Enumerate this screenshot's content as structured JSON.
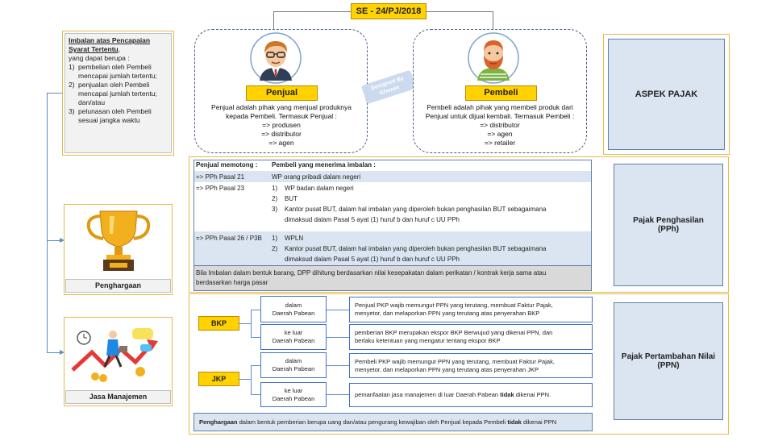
{
  "title": "SE - 24/PJ/2018",
  "seller": {
    "label": "Penjual",
    "desc": [
      "Penjual adalah pihak yang menjual produknya",
      "kepada Pembeli. Termasuk Penjual :",
      "=> produsen",
      "=> distributor",
      "=> agen"
    ]
  },
  "buyer": {
    "label": "Pembeli",
    "desc": [
      "Pembeli adalah pihak yang membeli produk dari",
      "Penjual untuk dijual kembali. Termasuk Pembeli :",
      "=> distributor",
      "=> agen",
      "=> retailer"
    ]
  },
  "watermark": {
    "line1": "Designed By",
    "line2": "Khozen"
  },
  "imbalan": {
    "head1": "Imbalan atas Pencapaian",
    "head2": "Syarat Tertentu",
    "intro": "yang dapat berupa :",
    "items": [
      {
        "num": "1)",
        "lines": [
          "pembelian oleh Pembeli",
          "mencapai jumlah tertentu;"
        ]
      },
      {
        "num": "2)",
        "lines": [
          "penjualan oleh Pembeli",
          "mencapai jumlah tertentu;",
          "dan/atau"
        ]
      },
      {
        "num": "3)",
        "lines": [
          "pelunasan oleh Pembeli",
          "sesuai jangka waktu"
        ]
      }
    ]
  },
  "penghargaan_label": "Penghargaan",
  "jasa_label": "Jasa Manajemen",
  "aspek_pajak": "ASPEK PAJAK",
  "pph_label": {
    "line1": "Pajak Penghasilan",
    "line2": "(PPh)"
  },
  "ppn_label": {
    "line1": "Pajak Pertambahan Nilai",
    "line2": "(PPN)"
  },
  "pph_table": {
    "header1": "Penjual memotong :",
    "header2": "Pembeli yang menerima imbalan :",
    "pasal21": "=> PPh Pasal 21",
    "pasal21_desc": "WP orang pribadi dalam negeri",
    "pasal23": "=> PPh Pasal 23",
    "pasal23_items": [
      {
        "num": "1)",
        "lines": [
          "WP badan dalam negeri"
        ]
      },
      {
        "num": "2)",
        "lines": [
          "BUT"
        ]
      },
      {
        "num": "3)",
        "lines": [
          "Kantor pusat BUT, dalam hal imbalan yang diperoleh bukan penghasilan BUT sebagaimana",
          "dimaksud dalam Pasal 5 ayat (1) huruf b dan huruf c UU PPh"
        ]
      }
    ],
    "pasal26": "=> PPh Pasal 26 / P3B",
    "pasal26_items": [
      {
        "num": "1)",
        "lines": [
          "WPLN"
        ]
      },
      {
        "num": "2)",
        "lines": [
          "Kantor pusat BUT, dalam hal imbalan yang diperoleh bukan penghasilan BUT sebagaimana",
          "dimaksud dalam Pasal 5 ayat (1) huruf b dan huruf c UU PPh"
        ]
      }
    ],
    "note": [
      "Bila Imbalan dalam bentuk barang, DPP dihitung berdasarkan nilai kesepakatan dalam perikatan / kontrak kerja sama atau",
      "berdasarkan harga pasar"
    ]
  },
  "ppn": {
    "bkp": "BKP",
    "jkp": "JKP",
    "bkp_dalam": [
      "dalam",
      "Daerah Pabean"
    ],
    "bkp_luar": [
      "ke luar",
      "Daerah Pabean"
    ],
    "jkp_dalam": [
      "dalam",
      "Daerah Pabean"
    ],
    "jkp_luar": [
      "ke luar",
      "Daerah Pabean"
    ],
    "bkp_dalam_desc": [
      "Penjual PKP wajib memungut PPN yang terutang, membuat Faktur Pajak,",
      "menyetor, dan melaporkan PPN yang terutang atas penyerahan BKP"
    ],
    "bkp_luar_desc": [
      "pemberian BKP merupakan ekspor BKP Berwujud yang dikenai PPN, dan",
      "berlaku ketentuan yang mengatur tentang ekspor BKP"
    ],
    "jkp_dalam_desc": [
      "Pembeli PKP wajib memungut PPN yang terutang, membuat Faktur Pajak,",
      "menyetor, dan melaporkan PPN yang terutang atas penyerahan JKP"
    ],
    "jkp_luar_desc": {
      "pre": "pemanfaatan jasa manajemen di luar Daerah Pabean ",
      "bold": "tidak",
      "post": " dikenai PPN."
    },
    "footer": {
      "b1": "Penghargaan",
      "t1": " dalam bentuk pemberian berupa uang dan/atau pengurang kewajiban oleh Penjual kepada Pembeli ",
      "b2": "tidak",
      "t2": " dikenai PPN"
    }
  }
}
